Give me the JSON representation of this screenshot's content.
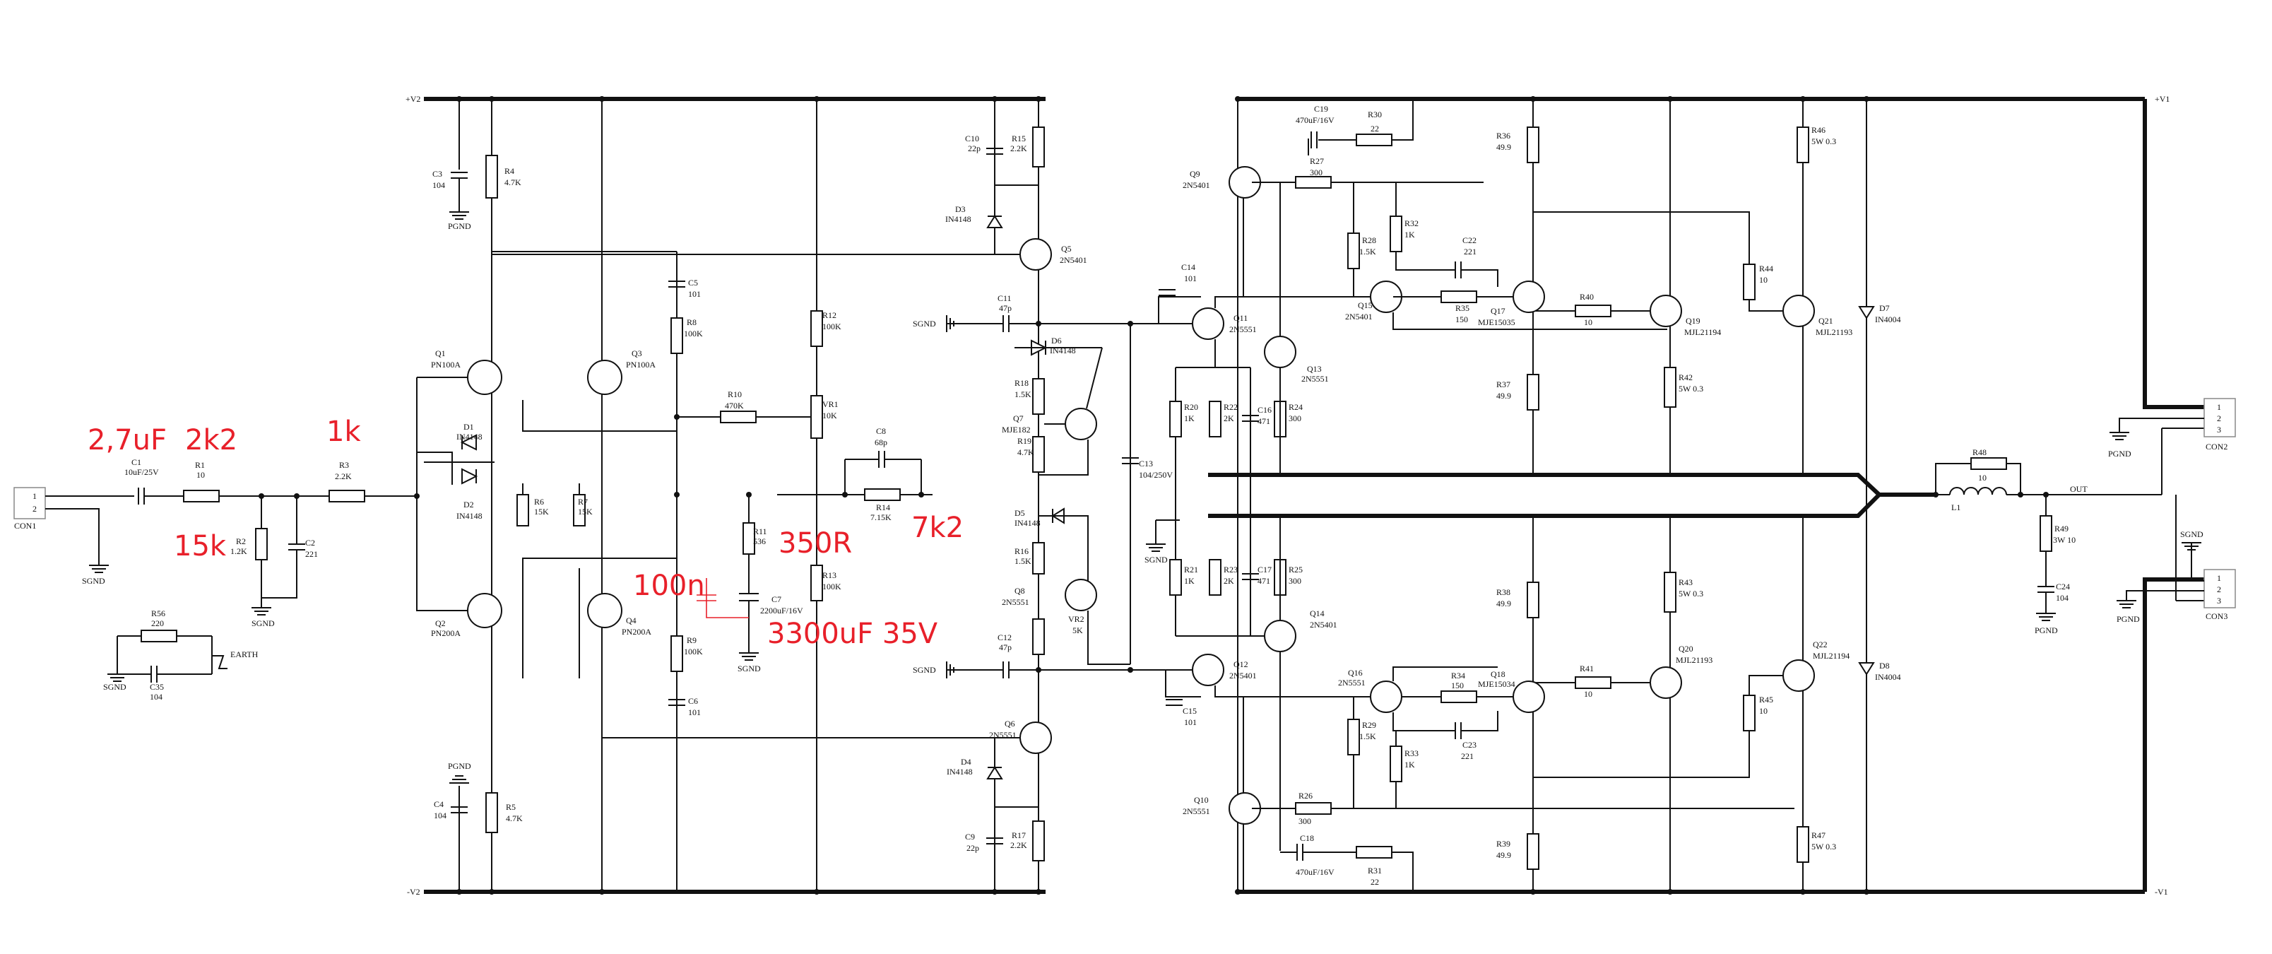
{
  "rails": {
    "pos_v2": "+V2",
    "neg_v2": "-V2",
    "pos_v1": "+V1",
    "neg_v1": "-V1",
    "out": "OUT"
  },
  "connectors": {
    "con1": "CON1",
    "con2": "CON2",
    "con3": "CON3",
    "pins": [
      "1",
      "2",
      "3"
    ],
    "con1_pins": [
      "1",
      "2"
    ]
  },
  "grounds": {
    "sgnd": "SGND",
    "pgnd": "PGND",
    "earth": "EARTH"
  },
  "annotations": {
    "c1": "2,7uF",
    "r1": "2k2",
    "r3": "1k",
    "r2": "15k",
    "r11": "350R",
    "c7_cap": "100n",
    "c7": "3300uF 35V",
    "r14": "7k2"
  },
  "components": {
    "C1": [
      "C1",
      "10uF/25V"
    ],
    "R1": [
      "R1",
      "10"
    ],
    "R2": [
      "R2",
      "1.2K"
    ],
    "C2": [
      "C2",
      "221"
    ],
    "R3": [
      "R3",
      "2.2K"
    ],
    "R56": [
      "R56",
      "220"
    ],
    "C35": [
      "C35",
      "104"
    ],
    "C3": [
      "C3",
      "104"
    ],
    "R4": [
      "R4",
      "4.7K"
    ],
    "C4": [
      "C4",
      "104"
    ],
    "R5": [
      "R5",
      "4.7K"
    ],
    "Q1": [
      "Q1",
      "PN100A"
    ],
    "Q2": [
      "Q2",
      "PN200A"
    ],
    "Q3": [
      "Q3",
      "PN100A"
    ],
    "Q4": [
      "Q4",
      "PN200A"
    ],
    "D1": [
      "D1",
      "IN4148"
    ],
    "D2": [
      "D2",
      "IN4148"
    ],
    "R6": [
      "R6",
      "15K"
    ],
    "R7": [
      "R7",
      "15K"
    ],
    "C5": [
      "C5",
      "101"
    ],
    "R8": [
      "R8",
      "100K"
    ],
    "R9": [
      "R9",
      "100K"
    ],
    "C6": [
      "C6",
      "101"
    ],
    "R10": [
      "R10",
      "470K"
    ],
    "R12": [
      "R12",
      "100K"
    ],
    "VR1": [
      "VR1",
      "10K"
    ],
    "R13": [
      "R13",
      "100K"
    ],
    "R11": [
      "R11",
      "536"
    ],
    "C7": [
      "C7",
      "2200uF/16V"
    ],
    "C8": [
      "C8",
      "68p"
    ],
    "R14": [
      "R14",
      "7.15K"
    ],
    "C10": [
      "C10",
      "22p"
    ],
    "R15": [
      "R15",
      "2.2K"
    ],
    "D3": [
      "D3",
      "IN4148"
    ],
    "Q5": [
      "Q5",
      "2N5401"
    ],
    "C11": [
      "C11",
      "47p"
    ],
    "D6": [
      "D6",
      "IN4148"
    ],
    "R18": [
      "R18",
      "1.5K"
    ],
    "Q7": [
      "Q7",
      "MJE182"
    ],
    "R19": [
      "R19",
      "4.7K"
    ],
    "C13": [
      "C13",
      "104/250V"
    ],
    "D5": [
      "D5",
      "IN4148"
    ],
    "R16": [
      "R16",
      "1.5K"
    ],
    "Q8": [
      "Q8",
      "2N5551"
    ],
    "VR2": [
      "VR2",
      "5K"
    ],
    "C12": [
      "C12",
      "47p"
    ],
    "Q6": [
      "Q6",
      "2N5551"
    ],
    "D4": [
      "D4",
      "IN4148"
    ],
    "C9": [
      "C9",
      "22p"
    ],
    "R17": [
      "R17",
      "2.2K"
    ],
    "C14": [
      "C14",
      "101"
    ],
    "Q11": [
      "Q11",
      "2N5551"
    ],
    "C15": [
      "C15",
      "101"
    ],
    "Q12": [
      "Q12",
      "2N5401"
    ],
    "R20": [
      "R20",
      "1K"
    ],
    "R22": [
      "R22",
      "2K"
    ],
    "C16": [
      "C16",
      "471"
    ],
    "R24": [
      "R24",
      "300"
    ],
    "R21": [
      "R21",
      "1K"
    ],
    "R23": [
      "R23",
      "2K"
    ],
    "C17": [
      "C17",
      "471"
    ],
    "R25": [
      "R25",
      "300"
    ],
    "Q9": [
      "Q9",
      "2N5401"
    ],
    "Q10": [
      "Q10",
      "2N5551"
    ],
    "Q13": [
      "Q13",
      "2N5551"
    ],
    "Q14": [
      "Q14",
      "2N5401"
    ],
    "C19": [
      "C19",
      "470uF/16V"
    ],
    "R30": [
      "R30",
      "22"
    ],
    "R27": [
      "R27",
      "300"
    ],
    "R28": [
      "R28",
      "1.5K"
    ],
    "R32": [
      "R32",
      "1K"
    ],
    "C22": [
      "C22",
      "221"
    ],
    "Q15": [
      "Q15",
      "2N5401"
    ],
    "R35": [
      "R35",
      "150"
    ],
    "Q17": [
      "Q17",
      "MJE15035"
    ],
    "R36": [
      "R36",
      "49.9"
    ],
    "R37": [
      "R37",
      "49.9"
    ],
    "R40": [
      "R40",
      "10"
    ],
    "Q19": [
      "Q19",
      "MJL21194"
    ],
    "R42": [
      "R42",
      "5W 0.3"
    ],
    "R46": [
      "R46",
      "5W 0.3"
    ],
    "R44": [
      "R44",
      "10"
    ],
    "Q21": [
      "Q21",
      "MJL21193"
    ],
    "D7": [
      "D7",
      "IN4004"
    ],
    "C18": [
      "C18",
      "470uF/16V"
    ],
    "R31": [
      "R31",
      "22"
    ],
    "R26": [
      "R26",
      "300"
    ],
    "R29": [
      "R29",
      "1.5K"
    ],
    "R33": [
      "R33",
      "1K"
    ],
    "C23": [
      "C23",
      "221"
    ],
    "Q16": [
      "Q16",
      "2N5551"
    ],
    "R34": [
      "R34",
      "150"
    ],
    "Q18": [
      "Q18",
      "MJE15034"
    ],
    "R38": [
      "R38",
      "49.9"
    ],
    "R39": [
      "R39",
      "49.9"
    ],
    "R41": [
      "R41",
      "10"
    ],
    "Q20": [
      "Q20",
      "MJL21193"
    ],
    "R43": [
      "R43",
      "5W 0.3"
    ],
    "R47": [
      "R47",
      "5W 0.3"
    ],
    "R45": [
      "R45",
      "10"
    ],
    "Q22": [
      "Q22",
      "MJL21194"
    ],
    "D8": [
      "D8",
      "IN4004"
    ],
    "R48": [
      "R48",
      "10"
    ],
    "L1": [
      "L1",
      ""
    ],
    "R49": [
      "R49",
      "3W 10"
    ],
    "C24": [
      "C24",
      "104"
    ]
  }
}
